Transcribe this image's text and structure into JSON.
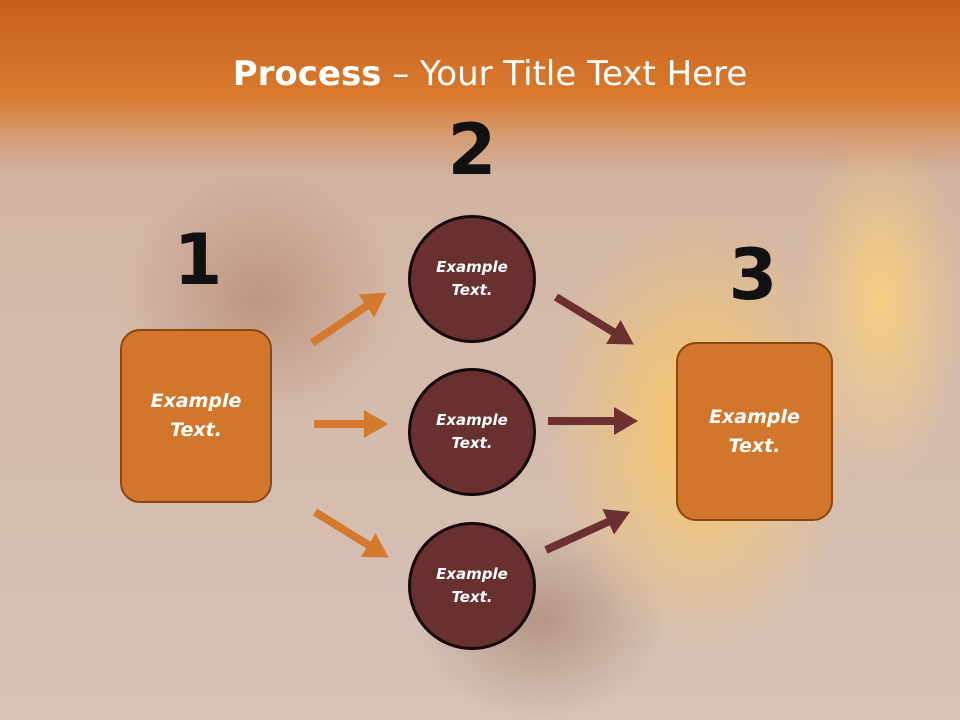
{
  "title": {
    "bold": "Process",
    "rest": " – Your Title Text Here"
  },
  "steps": [
    {
      "number": "1",
      "text": "Example Text."
    },
    {
      "number": "2",
      "items": [
        "Example Text.",
        "Example Text.",
        "Example Text."
      ]
    },
    {
      "number": "3",
      "text": "Example Text."
    }
  ],
  "colors": {
    "header": "#d4722a",
    "box_fill": "#d1762b",
    "box_border": "#8a4715",
    "circle_fill": "#68302f",
    "orange_arrow": "#d47a2e",
    "maroon_arrow": "#6b3030"
  }
}
